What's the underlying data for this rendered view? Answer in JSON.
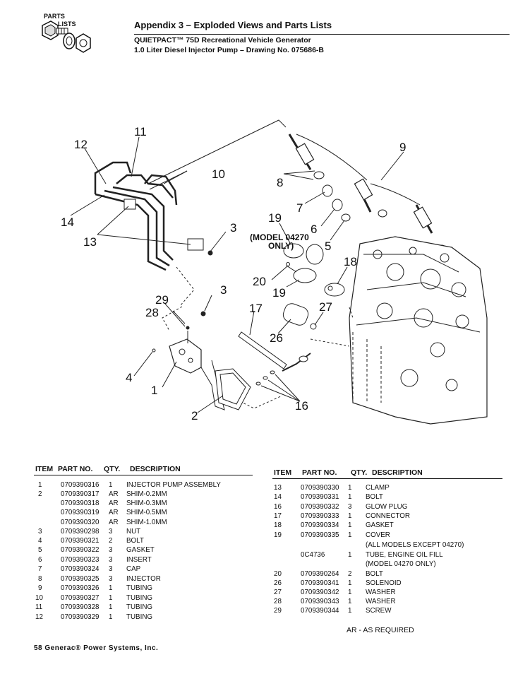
{
  "logo": {
    "line1": "PARTS",
    "line2": "LISTS"
  },
  "header": {
    "title": "Appendix 3 – Exploded Views and Parts Lists",
    "subtitle1": "QUIETPACT™ 75D Recreational Vehicle Generator",
    "subtitle2": "1.0 Liter Diesel Injector Pump – Drawing No. 075686-B"
  },
  "diagram": {
    "callouts": [
      "11",
      "12",
      "10",
      "9",
      "8",
      "7",
      "19",
      "6",
      "14",
      "3",
      "13",
      "5",
      "18",
      "20",
      "19",
      "3",
      "29",
      "28",
      "17",
      "27",
      "26",
      "4",
      "1",
      "16",
      "2"
    ],
    "model_note_line1": "(MODEL 04270",
    "model_note_line2": "ONLY)"
  },
  "table_left": {
    "headers": {
      "item": "ITEM",
      "part": "PART NO.",
      "qty": "QTY.",
      "desc": "DESCRIPTION"
    },
    "rows": [
      {
        "item": "1",
        "part": "0709390316",
        "qty": "1",
        "desc": "INJECTOR PUMP ASSEMBLY"
      },
      {
        "item": "2",
        "part": "0709390317",
        "qty": "AR",
        "desc": "SHIM-0.2MM"
      },
      {
        "item": "",
        "part": "0709390318",
        "qty": "AR",
        "desc": "SHIM-0.3MM"
      },
      {
        "item": "",
        "part": "0709390319",
        "qty": "AR",
        "desc": "SHIM-0.5MM"
      },
      {
        "item": "",
        "part": "0709390320",
        "qty": "AR",
        "desc": "SHIM-1.0MM"
      },
      {
        "item": "3",
        "part": "0709390298",
        "qty": "3",
        "desc": "NUT"
      },
      {
        "item": "4",
        "part": "0709390321",
        "qty": "2",
        "desc": "BOLT"
      },
      {
        "item": "5",
        "part": "0709390322",
        "qty": "3",
        "desc": "GASKET"
      },
      {
        "item": "6",
        "part": "0709390323",
        "qty": "3",
        "desc": "INSERT"
      },
      {
        "item": "7",
        "part": "0709390324",
        "qty": "3",
        "desc": "CAP"
      },
      {
        "item": "8",
        "part": "0709390325",
        "qty": "3",
        "desc": "INJECTOR"
      },
      {
        "item": "9",
        "part": "0709390326",
        "qty": "1",
        "desc": "TUBING"
      },
      {
        "item": "10",
        "part": "0709390327",
        "qty": "1",
        "desc": "TUBING"
      },
      {
        "item": "11",
        "part": "0709390328",
        "qty": "1",
        "desc": "TUBING"
      },
      {
        "item": "12",
        "part": "0709390329",
        "qty": "1",
        "desc": "TUBING"
      }
    ]
  },
  "table_right": {
    "headers": {
      "item": "ITEM",
      "part": "PART NO.",
      "qty": "QTY.",
      "desc": "DESCRIPTION"
    },
    "rows": [
      {
        "item": "13",
        "part": "0709390330",
        "qty": "1",
        "desc": "CLAMP"
      },
      {
        "item": "14",
        "part": "0709390331",
        "qty": "1",
        "desc": "BOLT"
      },
      {
        "item": "16",
        "part": "0709390332",
        "qty": "3",
        "desc": "GLOW PLUG"
      },
      {
        "item": "17",
        "part": "0709390333",
        "qty": "1",
        "desc": "CONNECTOR"
      },
      {
        "item": "18",
        "part": "0709390334",
        "qty": "1",
        "desc": "GASKET"
      },
      {
        "item": "19",
        "part": "0709390335",
        "qty": "1",
        "desc": "COVER"
      },
      {
        "item": "",
        "part": "",
        "qty": "",
        "desc": "(ALL MODELS EXCEPT 04270)"
      },
      {
        "item": "",
        "part": "0C4736",
        "qty": "1",
        "desc": "TUBE, ENGINE OIL FILL"
      },
      {
        "item": "",
        "part": "",
        "qty": "",
        "desc": "(MODEL 04270 ONLY)"
      },
      {
        "item": "20",
        "part": "0709390264",
        "qty": "2",
        "desc": "BOLT"
      },
      {
        "item": "26",
        "part": "0709390341",
        "qty": "1",
        "desc": "SOLENOID"
      },
      {
        "item": "27",
        "part": "0709390342",
        "qty": "1",
        "desc": "WASHER"
      },
      {
        "item": "28",
        "part": "0709390343",
        "qty": "1",
        "desc": "WASHER"
      },
      {
        "item": "29",
        "part": "0709390344",
        "qty": "1",
        "desc": "SCREW"
      }
    ]
  },
  "note": "AR - AS REQUIRED",
  "footer": "58  Generac® Power Systems, Inc."
}
